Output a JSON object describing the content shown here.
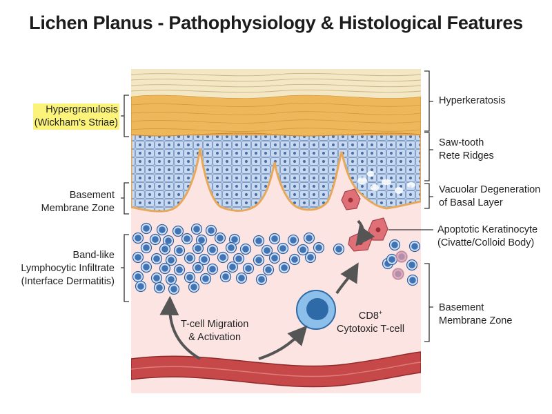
{
  "title": "Lichen Planus - Pathophysiology & Histological Features",
  "labels": {
    "hypergranulosis": [
      "Hypergranulosis",
      "(Wickham's Striae)"
    ],
    "basement_left": [
      "Basement",
      "Membrane Zone"
    ],
    "infiltrate": [
      "Band-like",
      "Lymphocytic Infiltrate",
      "(Interface Dermatitis)"
    ],
    "hyperkeratosis": [
      "Hyperkeratosis"
    ],
    "sawtooth": [
      "Saw-tooth",
      "Rete Ridges"
    ],
    "vacuolar": [
      "Vacuolar Degeneration",
      "of Basal Layer"
    ],
    "apoptotic": [
      "Apoptotic Keratinocyte",
      "(Civatte/Colloid Body)"
    ],
    "basement_right": [
      "Basement",
      "Membrane Zone"
    ],
    "migration": [
      "T-cell Migration",
      "& Activation"
    ],
    "cd8_line1": "CD8",
    "cd8_sup": "+",
    "cd8_line2": "Cytotoxic T-cell"
  },
  "colors": {
    "stratum_corneum": "#f3e7c4",
    "granular": "#eeb75a",
    "spinous": "#a4bde0",
    "basal_cell": "#c7d7ee",
    "dermis": "#fbe4e2",
    "lymphocyte": "#3f73b3",
    "apoptotic": "#e07078",
    "vessel": "#c74848",
    "highlight": "#fbf37a"
  }
}
